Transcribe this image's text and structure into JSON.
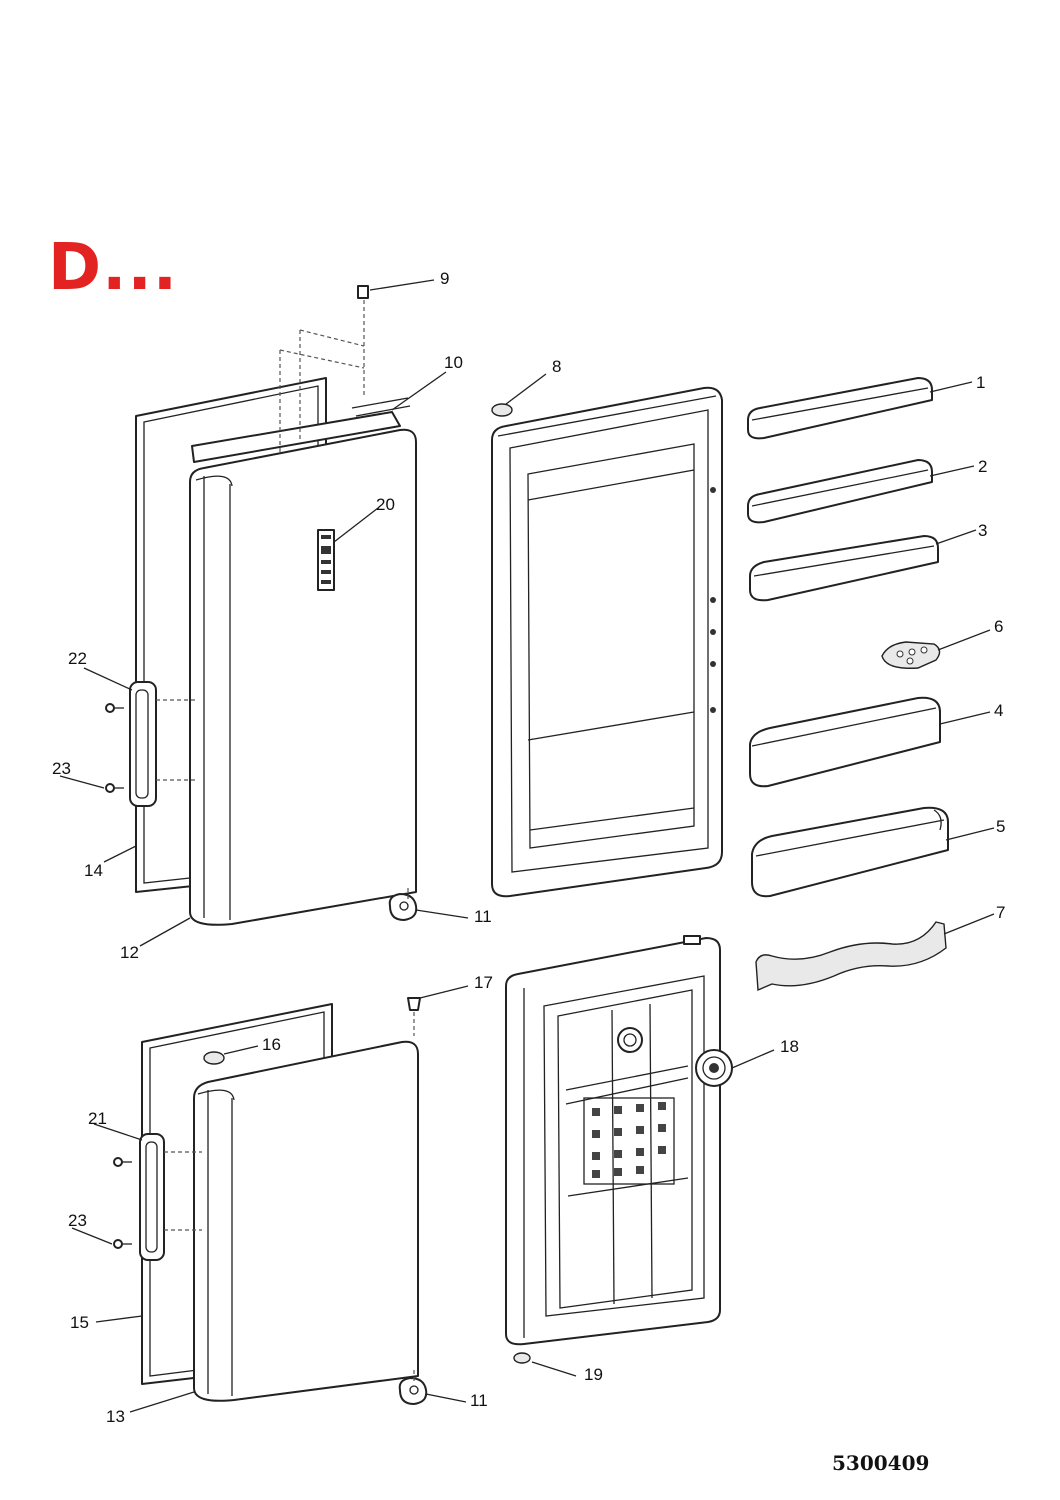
{
  "heading": "D...",
  "drawing_code": "5300409",
  "callouts": [
    {
      "label": "1"
    },
    {
      "label": "2"
    },
    {
      "label": "3"
    },
    {
      "label": "6"
    },
    {
      "label": "4"
    },
    {
      "label": "5"
    },
    {
      "label": "7"
    },
    {
      "label": "8"
    },
    {
      "label": "9"
    },
    {
      "label": "10"
    },
    {
      "label": "20"
    },
    {
      "label": "22"
    },
    {
      "label": "23"
    },
    {
      "label": "14"
    },
    {
      "label": "12"
    },
    {
      "label": "11"
    },
    {
      "label": "17"
    },
    {
      "label": "16"
    },
    {
      "label": "18"
    },
    {
      "label": "21"
    },
    {
      "label": "23"
    },
    {
      "label": "15"
    },
    {
      "label": "13"
    },
    {
      "label": "11"
    },
    {
      "label": "19"
    }
  ]
}
